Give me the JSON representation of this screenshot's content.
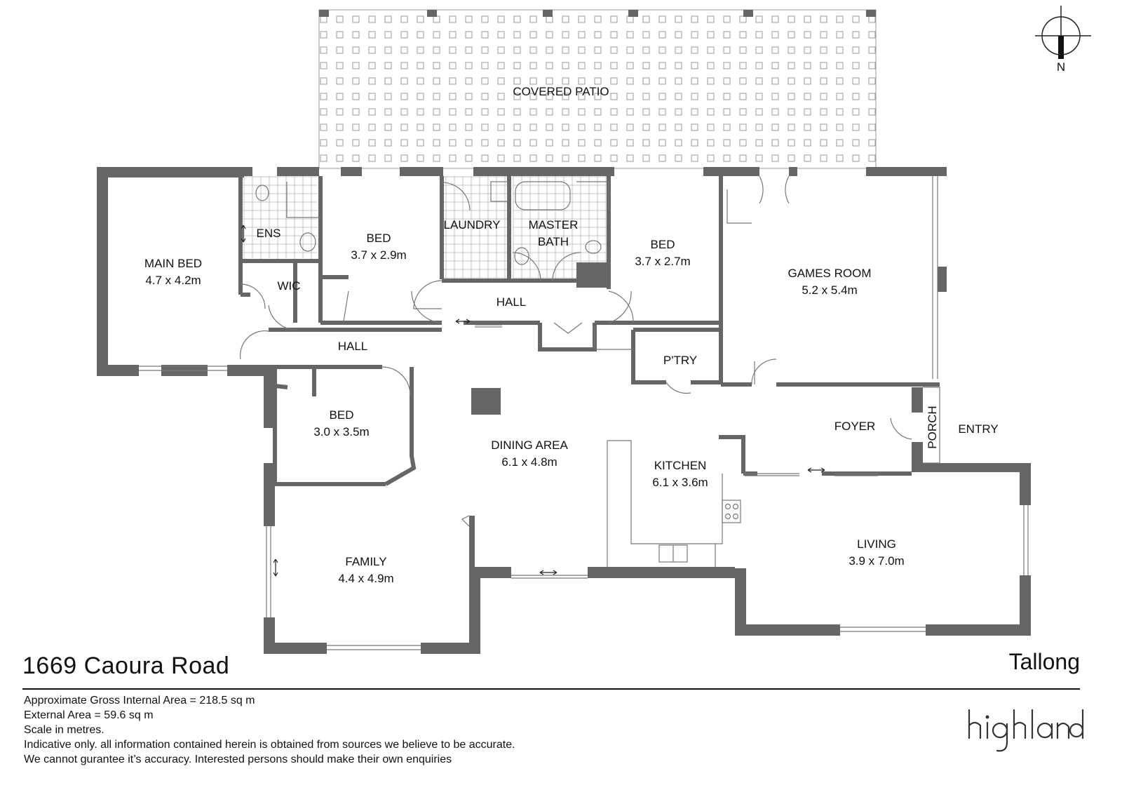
{
  "property": {
    "address": "1669 Caoura Road",
    "suburb": "Tallong",
    "brand": "highland"
  },
  "compass": {
    "label": "N"
  },
  "info_lines": [
    "Approximate Gross Internal Area = 218.5 sq m",
    "External Area = 59.6 sq m",
    "Scale in metres.",
    "Indicative only. all information contained herein is obtained from sources we believe to be accurate.",
    "We cannot gurantee it’s accuracy. Interested persons should make their own enquiries"
  ],
  "rooms": {
    "covered_patio": {
      "name": "COVERED PATIO"
    },
    "ens": {
      "name": "ENS"
    },
    "main_bed": {
      "name": "MAIN BED",
      "size": "4.7 x 4.2m"
    },
    "bed_1": {
      "name": "BED",
      "size": "3.7 x 2.9m"
    },
    "laundry": {
      "name": "LAUNDRY"
    },
    "master_bath": {
      "name_line1": "MASTER",
      "name_line2": "BATH"
    },
    "bed_2": {
      "name": "BED",
      "size": "3.7 x 2.7m"
    },
    "games_room": {
      "name": "GAMES ROOM",
      "size": "5.2 x 5.4m"
    },
    "wic": {
      "name": "WIC"
    },
    "hall_upper": {
      "name": "HALL"
    },
    "hall_lower": {
      "name": "HALL"
    },
    "pantry": {
      "name": "P'TRY"
    },
    "bed_3": {
      "name": "BED",
      "size": "3.0 x 3.5m"
    },
    "dining": {
      "name": "DINING AREA",
      "size": "6.1 x 4.8m"
    },
    "kitchen": {
      "name": "KITCHEN",
      "size": "6.1 x 3.6m"
    },
    "foyer": {
      "name": "FOYER"
    },
    "porch": {
      "name": "PORCH"
    },
    "entry": {
      "name": "ENTRY"
    },
    "living": {
      "name": "LIVING",
      "size": "3.9 x 7.0m"
    },
    "family": {
      "name": "FAMILY",
      "size": "4.4 x 4.9m"
    }
  }
}
